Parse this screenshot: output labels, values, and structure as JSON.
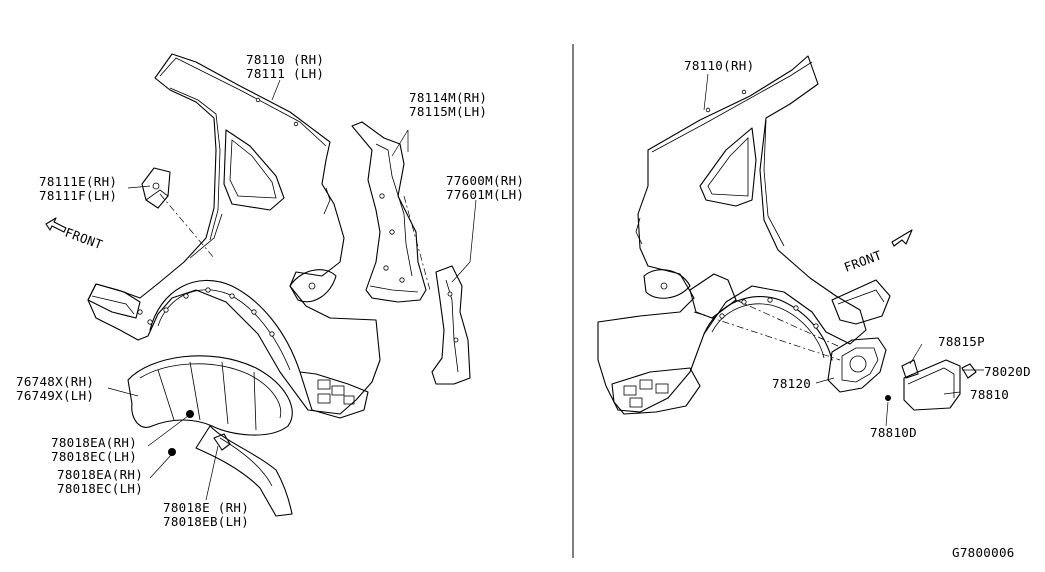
{
  "labels": {
    "p78110_rh_l": "78110 (RH)",
    "p78111_lh": "78111 (LH)",
    "p78114m_rh": "78114M(RH)",
    "p78115m_lh": "78115M(LH)",
    "p78111e_rh": "78111E(RH)",
    "p78111f_lh": "78111F(LH)",
    "p77600m_rh": "77600M(RH)",
    "p77601m_lh": "77601M(LH)",
    "front_left": "FRONT",
    "p76748x_rh": "76748X(RH)",
    "p76749x_lh": "76749X(LH)",
    "p78018ea_rh_a": "78018EA(RH)",
    "p78018ec_lh_a": "78018EC(LH)",
    "p78018ea_rh_b": "78018EA(RH)",
    "p78018ec_lh_b": "78018EC(LH)",
    "p78018e_rh": "78018E  (RH)",
    "p78018eb_lh": "78018EB(LH)",
    "p78110_rh_r": "78110(RH)",
    "front_right": "FRONT",
    "p78815p": "78815P",
    "p78020d": "78020D",
    "p78120": "78120",
    "p78810": "78810",
    "p78810d": "78810D",
    "drawing_code": "G7800006"
  }
}
